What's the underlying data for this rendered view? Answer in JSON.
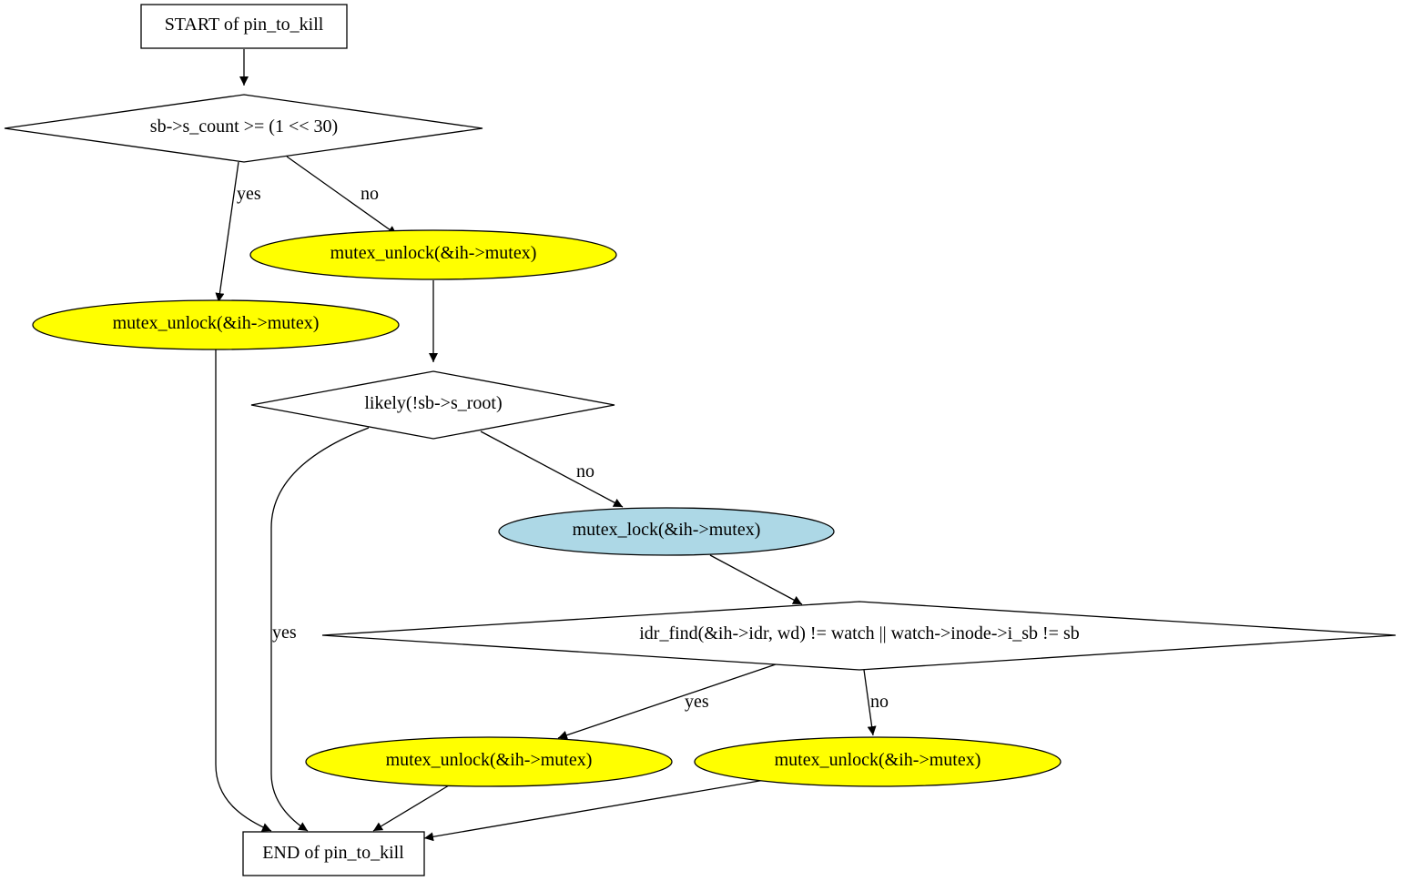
{
  "nodes": {
    "start": {
      "label": "START of pin_to_kill",
      "shape": "box"
    },
    "cond_count": {
      "label": "sb->s_count >= (1 << 30)",
      "shape": "diamond"
    },
    "unlock_a": {
      "label": "mutex_unlock(&ih->mutex)",
      "shape": "ellipse",
      "fill": "#ffff00"
    },
    "unlock_b": {
      "label": "mutex_unlock(&ih->mutex)",
      "shape": "ellipse",
      "fill": "#ffff00"
    },
    "cond_root": {
      "label": "likely(!sb->s_root)",
      "shape": "diamond"
    },
    "lock": {
      "label": "mutex_lock(&ih->mutex)",
      "shape": "ellipse",
      "fill": "#add8e6"
    },
    "cond_idr": {
      "label": "idr_find(&ih->idr, wd) != watch || watch->inode->i_sb != sb",
      "shape": "diamond"
    },
    "unlock_c": {
      "label": "mutex_unlock(&ih->mutex)",
      "shape": "ellipse",
      "fill": "#ffff00"
    },
    "unlock_d": {
      "label": "mutex_unlock(&ih->mutex)",
      "shape": "ellipse",
      "fill": "#ffff00"
    },
    "end": {
      "label": "END of pin_to_kill",
      "shape": "box"
    }
  },
  "edges": [
    {
      "from": "start",
      "to": "cond_count",
      "label": ""
    },
    {
      "from": "cond_count",
      "to": "unlock_a",
      "label": "yes"
    },
    {
      "from": "cond_count",
      "to": "unlock_b",
      "label": "no"
    },
    {
      "from": "unlock_b",
      "to": "cond_root",
      "label": ""
    },
    {
      "from": "unlock_a",
      "to": "end",
      "label": ""
    },
    {
      "from": "cond_root",
      "to": "end",
      "label": "yes"
    },
    {
      "from": "cond_root",
      "to": "lock",
      "label": "no"
    },
    {
      "from": "lock",
      "to": "cond_idr",
      "label": ""
    },
    {
      "from": "cond_idr",
      "to": "unlock_c",
      "label": "yes"
    },
    {
      "from": "cond_idr",
      "to": "unlock_d",
      "label": "no"
    },
    {
      "from": "unlock_c",
      "to": "end",
      "label": ""
    },
    {
      "from": "unlock_d",
      "to": "end",
      "label": ""
    }
  ]
}
